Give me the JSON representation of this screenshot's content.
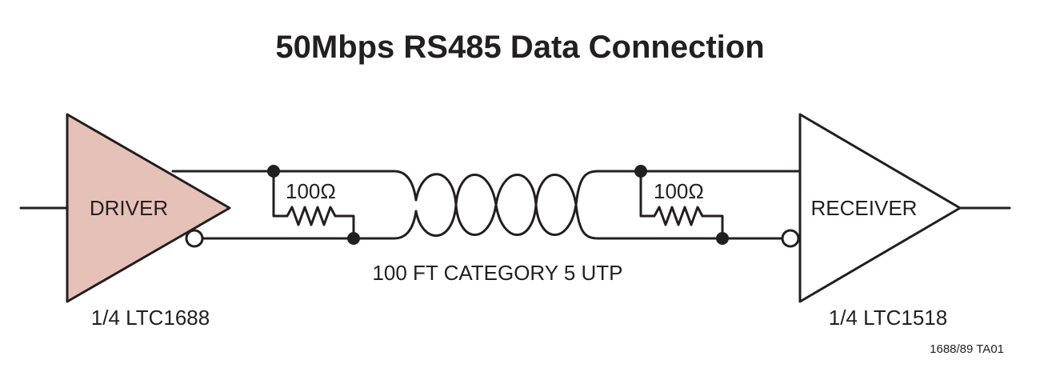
{
  "title": "50Mbps RS485 Data Connection",
  "driver": {
    "label": "DRIVER",
    "part": "1/4 LTC1688",
    "fill": "#e6c1b8"
  },
  "receiver": {
    "label": "RECEIVER",
    "part": "1/4 LTC1518"
  },
  "terminations": [
    {
      "value": "100Ω"
    },
    {
      "value": "100Ω"
    }
  ],
  "cable": {
    "label": "100 FT CATEGORY 5 UTP"
  },
  "figure_id": "1688/89 TA01",
  "colors": {
    "ink": "#231f20",
    "driver_fill": "#e6c1b8",
    "background": "#ffffff"
  }
}
